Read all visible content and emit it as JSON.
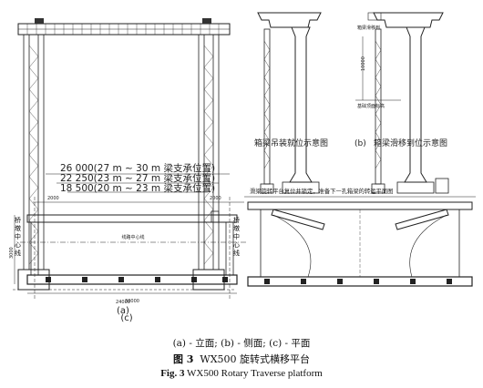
{
  "panel_a": {
    "tag": "(a)",
    "span_label": "24000"
  },
  "panel_b": {
    "tag": "(b)",
    "label_top": "箱梁滑移到",
    "label_height": "10000",
    "label_ground": "基础顶面标高",
    "caption_left": "箱梁吊装就位示意图",
    "caption_right": "箱梁滑移到位示意图"
  },
  "panel_c": {
    "tag": "(c)",
    "dims": [
      "26 000(27 m ~ 30 m 梁支承位置)",
      "22 250(23 m ~ 27 m 梁支承位置)",
      "18 500(20 m ~ 23 m 梁支承位置)"
    ],
    "left_dim": "2000",
    "right_dim": "2000",
    "center_line": "线路中心线",
    "pier_left": "桥墩中心线",
    "pier_right": "桥墩中心线",
    "side_dim": "3000",
    "bottom_dim": "30000"
  },
  "panel_d": {
    "note": "滑梁旋转平台复位并锁定，准备下一孔箱梁的转运平面图"
  },
  "caption": {
    "line1": "(a) - 立面; (b) - 侧面; (c) - 平面",
    "fig_cn_label": "图 3",
    "fig_cn_text": "WX500 旋转式横移平台",
    "fig_en_label": "Fig. 3",
    "fig_en_text": "WX500 Rotary Traverse platform"
  }
}
